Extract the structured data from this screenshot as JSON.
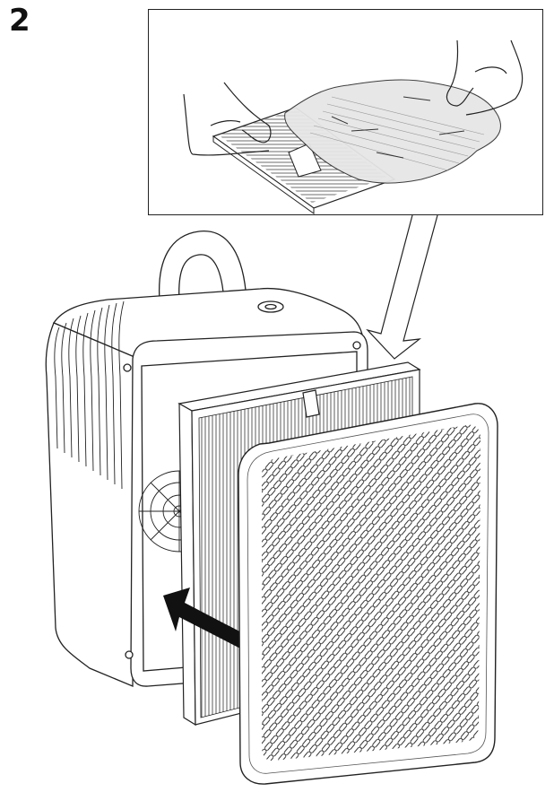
{
  "step": {
    "number": "2"
  },
  "detail_panel": {
    "description": "Hands peeling protective plastic wrapping off the filter"
  },
  "main_illustration": {
    "description": "Filter inserted into the back of the air purifier, then cover panel attached",
    "colors": {
      "line": "#222222",
      "fill": "#ffffff",
      "wrap": "#e6e6e6",
      "arrow": "#111111"
    }
  }
}
